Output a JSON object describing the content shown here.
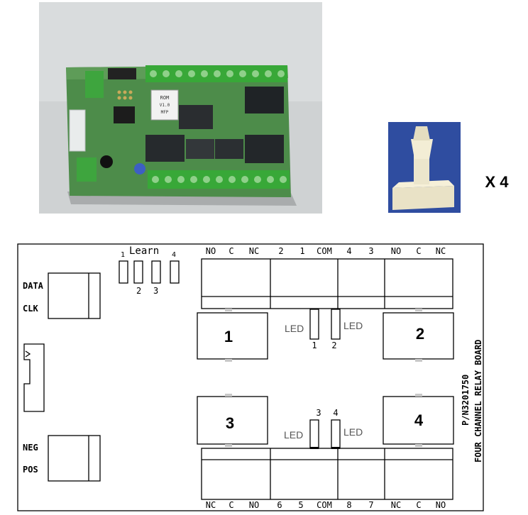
{
  "photo_board": {
    "rom_label": "ROM",
    "rom_version": "V1.0",
    "rom_code": "MFP"
  },
  "standoff": {
    "quantity_label": "X 4"
  },
  "diagram": {
    "learn_label": "Learn",
    "learn_pins_top": [
      "1",
      "4"
    ],
    "learn_pins_bottom": [
      "2",
      "3"
    ],
    "left_connector_top": [
      "DATA",
      "CLK"
    ],
    "left_connector_bottom": [
      "NEG",
      "POS"
    ],
    "top_terminals": [
      "NO",
      "C",
      "NC",
      "2",
      "1",
      "COM",
      "4",
      "3",
      "NO",
      "C",
      "NC"
    ],
    "bottom_terminals": [
      "NC",
      "C",
      "NO",
      "6",
      "5",
      "COM",
      "8",
      "7",
      "NC",
      "C",
      "NO"
    ],
    "relays": [
      "1",
      "2",
      "3",
      "4"
    ],
    "led_label": "LED",
    "led_numbers": [
      "1",
      "2",
      "3",
      "4"
    ],
    "board_title": "FOUR CHANNEL RELAY BOARD",
    "part_number": "P/N3201750"
  }
}
